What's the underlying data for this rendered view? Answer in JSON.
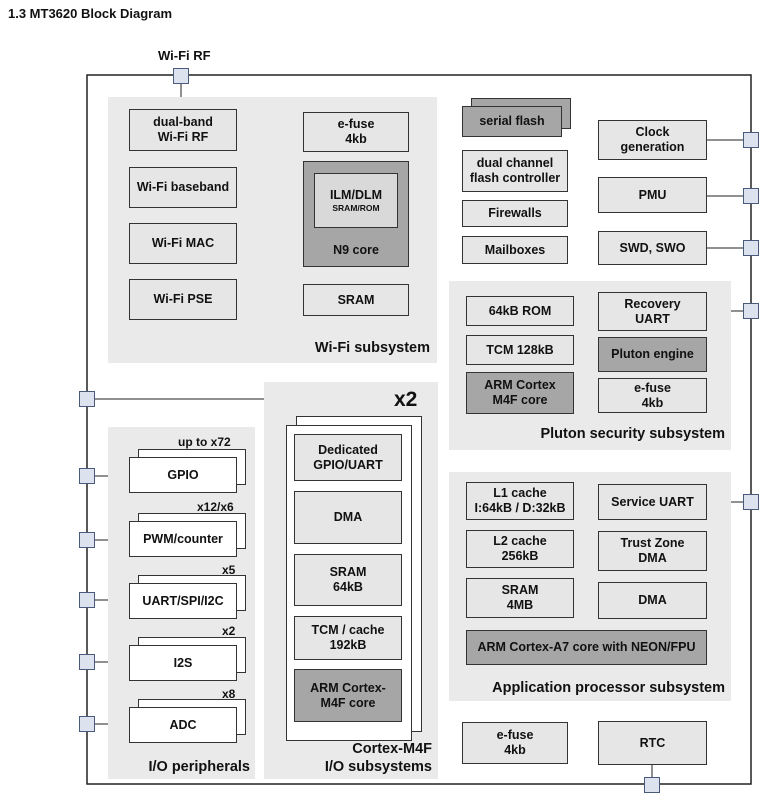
{
  "section_heading": "1.3  MT3620 Block Diagram",
  "wifi_rf_label": "Wi-Fi RF",
  "wifi": {
    "title": "Wi-Fi subsystem",
    "dual_band": [
      "dual-band",
      "Wi-Fi RF"
    ],
    "baseband": "Wi-Fi baseband",
    "mac": "Wi-Fi MAC",
    "pse": "Wi-Fi PSE",
    "efuse": [
      "e-fuse",
      "4kb"
    ],
    "ilm": "ILM/DLM",
    "ilm_sub": "SRAM/ROM",
    "n9": "N9 core",
    "sram": "SRAM"
  },
  "middle": {
    "serial_flash": "serial flash",
    "flash_ctrl": [
      "dual channel",
      "flash controller"
    ],
    "firewalls": "Firewalls",
    "mailboxes": "Mailboxes"
  },
  "right_top": {
    "clock": [
      "Clock",
      "generation"
    ],
    "pmu": "PMU",
    "swd": "SWD, SWO"
  },
  "pluton": {
    "title": "Pluton security subsystem",
    "rom": "64kB ROM",
    "tcm": "TCM 128kB",
    "m4f": [
      "ARM Cortex",
      "M4F core"
    ],
    "recovery": [
      "Recovery",
      "UART"
    ],
    "engine": "Pluton engine",
    "efuse": [
      "e-fuse",
      "4kb"
    ]
  },
  "io": {
    "title": "I/O peripherals",
    "gpio": "GPIO",
    "gpio_count": "up to x72",
    "pwm": "PWM/counter",
    "pwm_count": "x12/x6",
    "uart": "UART/SPI/I2C",
    "uart_count": "x5",
    "i2s": "I2S",
    "i2s_count": "x2",
    "adc": "ADC",
    "adc_count": "x8"
  },
  "cortex_m4f": {
    "title": [
      "Cortex-M4F",
      "I/O subsystems"
    ],
    "multiplier": "x2",
    "gpio_uart": [
      "Dedicated",
      "GPIO/UART"
    ],
    "dma": "DMA",
    "sram": [
      "SRAM",
      "64kB"
    ],
    "tcm": [
      "TCM / cache",
      "192kB"
    ],
    "core": [
      "ARM Cortex-",
      "M4F core"
    ]
  },
  "app": {
    "title": "Application processor subsystem",
    "l1": [
      "L1 cache",
      "I:64kB / D:32kB"
    ],
    "l2": [
      "L2 cache",
      "256kB"
    ],
    "sram": [
      "SRAM",
      "4MB"
    ],
    "service_uart": "Service UART",
    "trustzone": [
      "Trust Zone",
      "DMA"
    ],
    "dma": "DMA",
    "a7": "ARM Cortex-A7 core with NEON/FPU"
  },
  "bottom": {
    "efuse": [
      "e-fuse",
      "4kb"
    ],
    "rtc": "RTC"
  }
}
